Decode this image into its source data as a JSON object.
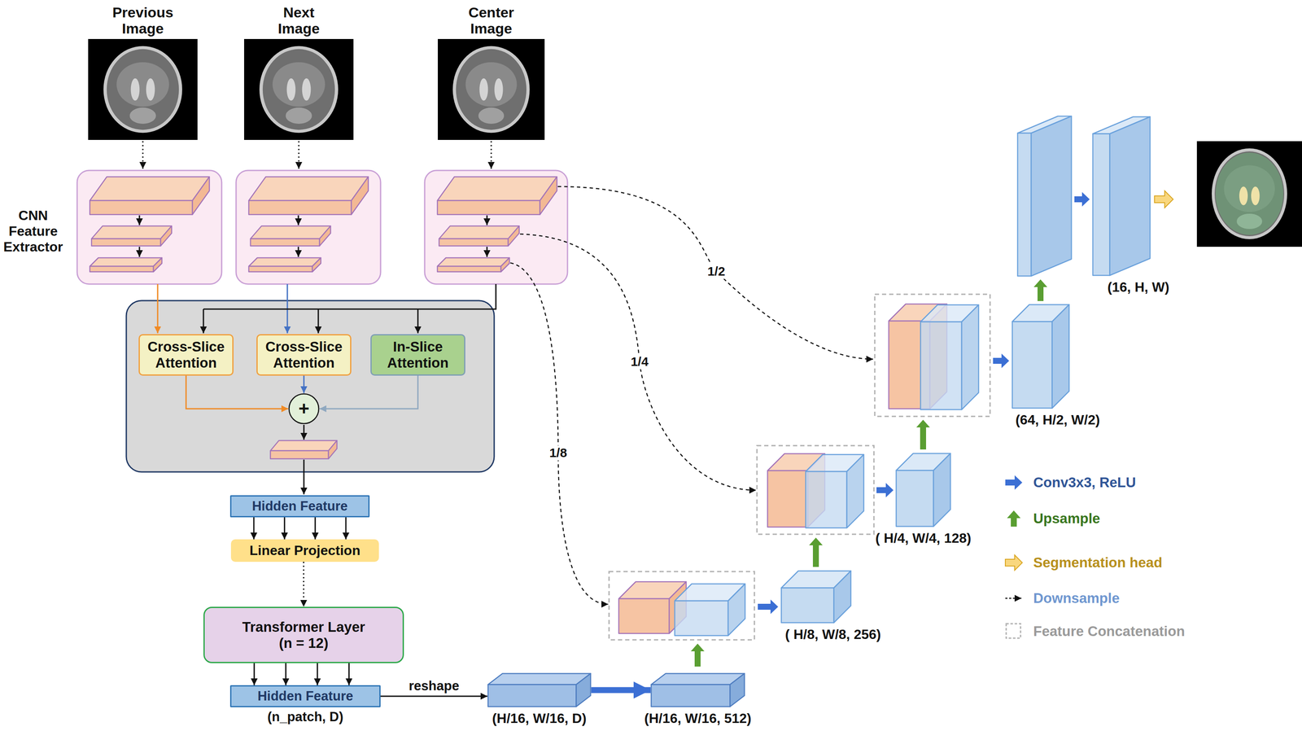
{
  "diagram": {
    "nodes": [
      {
        "text": [
          "Previous Image"
        ]
      },
      {
        "text": [
          "Next Image"
        ]
      },
      {
        "text": [
          "Center Image"
        ]
      },
      {
        "text": [
          "Cross-Slice Attention"
        ]
      },
      {
        "text": [
          "Cross-Slice Attention"
        ]
      },
      {
        "text": [
          "In-Slice Attention"
        ]
      },
      {
        "text": [
          "+"
        ]
      },
      {
        "text": [
          "Hidden Feature"
        ]
      },
      {
        "text": [
          "Linear Projection"
        ]
      },
      {
        "text": [
          "Transformer Layer (n = 12)"
        ]
      },
      {
        "text": [
          "Hidden Feature",
          "(n_patch, D)"
        ]
      },
      {
        "text": [
          "(H/16, W/16, D)"
        ]
      },
      {
        "text": [
          "(H/16, W/16, 512)"
        ]
      },
      {
        "text": [
          "( H/8, W/8, 256)"
        ]
      },
      {
        "text": [
          "( H/4, W/4, 128)"
        ]
      },
      {
        "text": [
          "(64, H/2, W/2)"
        ]
      },
      {
        "text": [
          "(16, H, W)"
        ]
      }
    ],
    "edges": [
      {
        "from": 3,
        "to": 6,
        "arrow": "to"
      },
      {
        "from": 4,
        "to": 6,
        "arrow": "to"
      },
      {
        "from": 5,
        "to": 6,
        "arrow": "to"
      },
      {
        "from": 7,
        "to": 8,
        "arrow": "to"
      },
      {
        "from": 7,
        "to": 8,
        "arrow": "to"
      },
      {
        "from": 7,
        "to": 8,
        "arrow": "to"
      },
      {
        "from": 7,
        "to": 8,
        "arrow": "to"
      },
      {
        "from": 8,
        "to": 9,
        "arrow": "to"
      },
      {
        "from": 9,
        "to": 10,
        "arrow": "to"
      },
      {
        "from": 9,
        "to": 10,
        "arrow": "to"
      },
      {
        "from": 9,
        "to": 10,
        "arrow": "to"
      },
      {
        "from": 9,
        "to": 10,
        "arrow": "to"
      },
      {
        "from": 10,
        "to": 11,
        "label": "reshape",
        "arrow": "to"
      },
      {
        "from": 11,
        "to": 12,
        "arrow": "to"
      }
    ],
    "labels": [
      "CNN Feature Extractor",
      "1/2",
      "1/4",
      "1/8"
    ],
    "legend": [
      {
        "text": "Conv3x3, ReLU"
      },
      {
        "text": "Upsample"
      },
      {
        "text": "Segmentation head"
      },
      {
        "text": "Downsample"
      },
      {
        "text": "Feature Concatenation"
      }
    ]
  }
}
